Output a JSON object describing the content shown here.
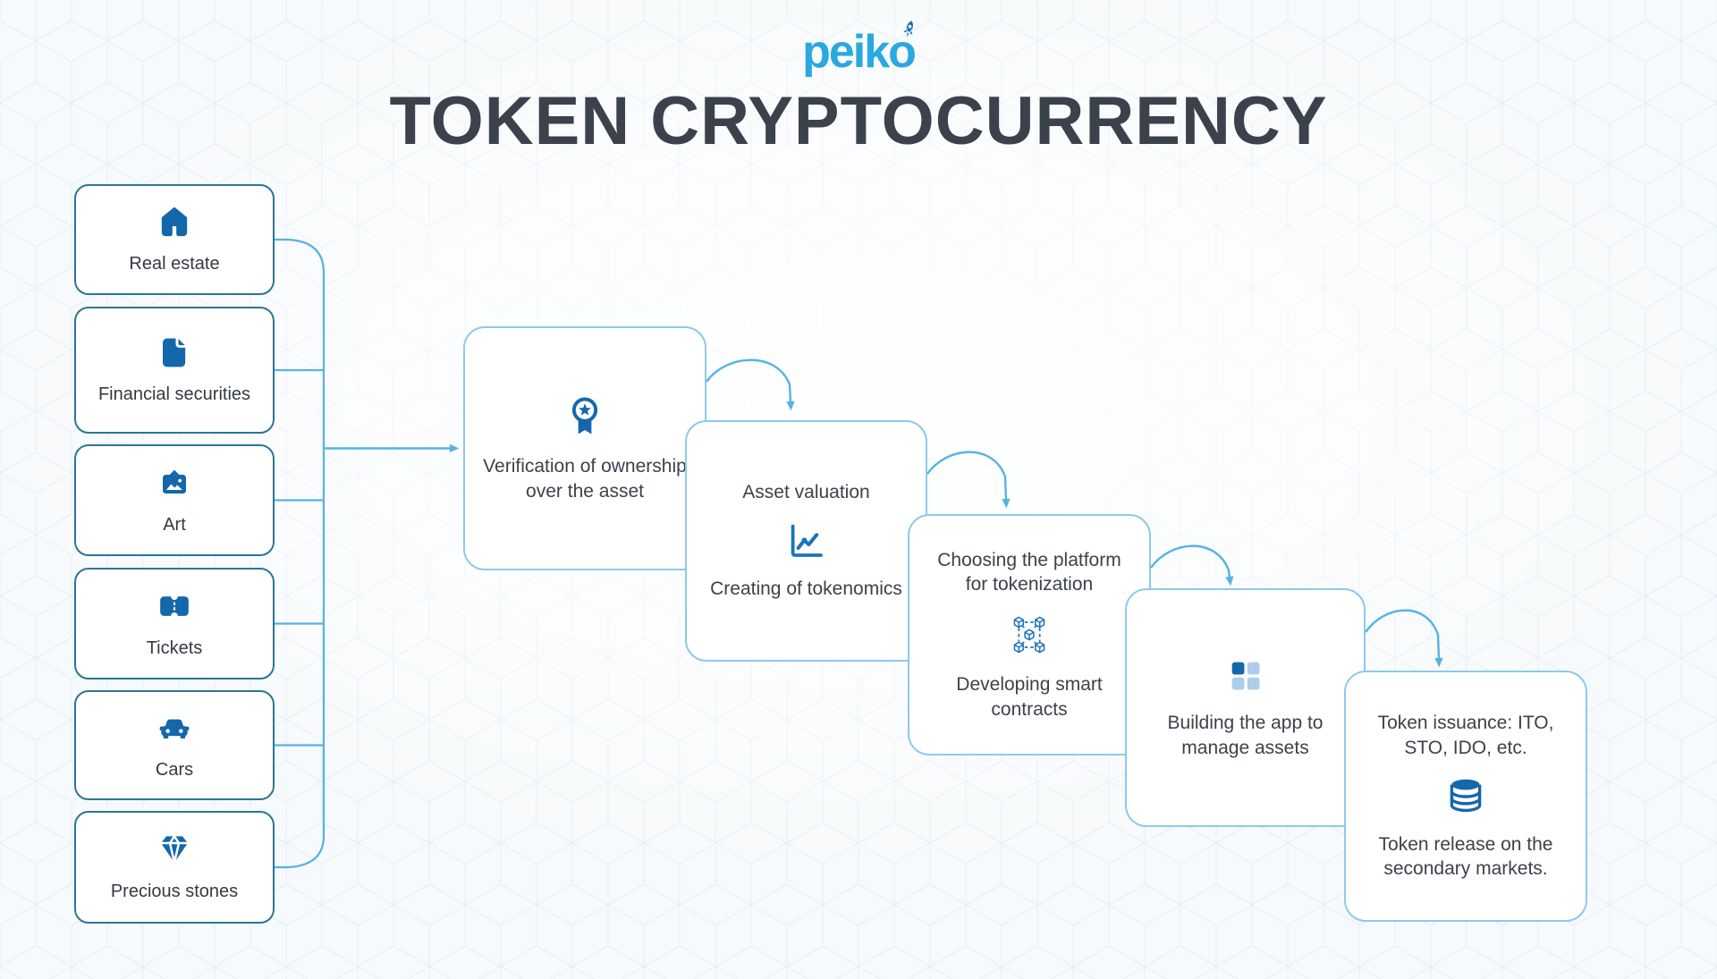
{
  "logo": {
    "text": "peiko",
    "color": "#2BA8E0",
    "rocket_icon": "rocket-icon"
  },
  "title": "TOKEN CRYPTOCURRENCY",
  "assets": {
    "items": [
      {
        "label": "Real estate",
        "icon": "house-icon"
      },
      {
        "label": "Financial securities",
        "icon": "document-icon"
      },
      {
        "label": "Art",
        "icon": "picture-icon"
      },
      {
        "label": "Tickets",
        "icon": "ticket-icon"
      },
      {
        "label": "Cars",
        "icon": "car-icon"
      },
      {
        "label": "Precious stones",
        "icon": "diamond-icon"
      }
    ]
  },
  "steps": [
    {
      "icon": "medal-icon",
      "bottom": "Verification of ownership over the asset"
    },
    {
      "top": "Asset valuation",
      "icon": "line-chart-icon",
      "bottom": "Creating of tokenomics"
    },
    {
      "top": "Choosing the platform for tokenization",
      "icon": "blockchain-icon",
      "bottom": "Developing smart contracts"
    },
    {
      "icon": "app-grid-icon",
      "bottom": "Building the app to manage assets"
    },
    {
      "top": "Token issuance: ITO, STO, IDO, etc.",
      "icon": "database-icon",
      "bottom": "Token release on the secondary markets."
    }
  ],
  "colors": {
    "brand_cyan": "#2BA8E0",
    "icon_blue": "#1467AB",
    "icon_blue_light": "#AECDE9",
    "asset_box_border": "#2A7695",
    "step_box_border": "#8EC9EC",
    "connector_blue": "#56B3E3",
    "text_dark": "#3B424B",
    "background": "#F7FAFC"
  }
}
